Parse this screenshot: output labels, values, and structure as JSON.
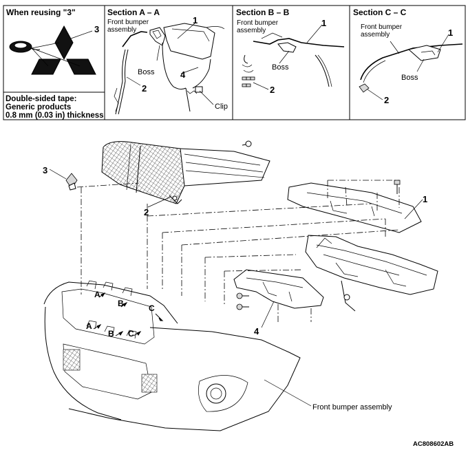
{
  "panels": {
    "reuse": {
      "title": "When reusing \"3\"",
      "callout": "3",
      "tape_line1": "Double-sided tape:",
      "tape_line2": "Generic products",
      "tape_line3": "0.8 mm (0.03 in) thickness"
    },
    "section_a": {
      "title": "Section A – A",
      "assembly_line1": "Front bumper",
      "assembly_line2": "assembly",
      "callout_1": "1",
      "callout_2": "2",
      "callout_4": "4",
      "boss": "Boss",
      "clip": "Clip"
    },
    "section_b": {
      "title": "Section B – B",
      "assembly_line1": "Front bumper",
      "assembly_line2": "assembly",
      "callout_1": "1",
      "callout_2": "2",
      "boss": "Boss"
    },
    "section_c": {
      "title": "Section C – C",
      "assembly_line1": "Front bumper",
      "assembly_line2": "assembly",
      "callout_1": "1",
      "callout_2": "2",
      "boss": "Boss"
    }
  },
  "main": {
    "callout_1": "1",
    "callout_2": "2",
    "callout_3": "3",
    "callout_4": "4",
    "section_marks": {
      "a_upper": "A",
      "a_lower": "A",
      "b_upper": "B",
      "b_lower": "B",
      "c_upper": "C",
      "c_lower": "C"
    },
    "bumper_label": "Front bumper assembly"
  },
  "figure_code": "AC808602AB"
}
